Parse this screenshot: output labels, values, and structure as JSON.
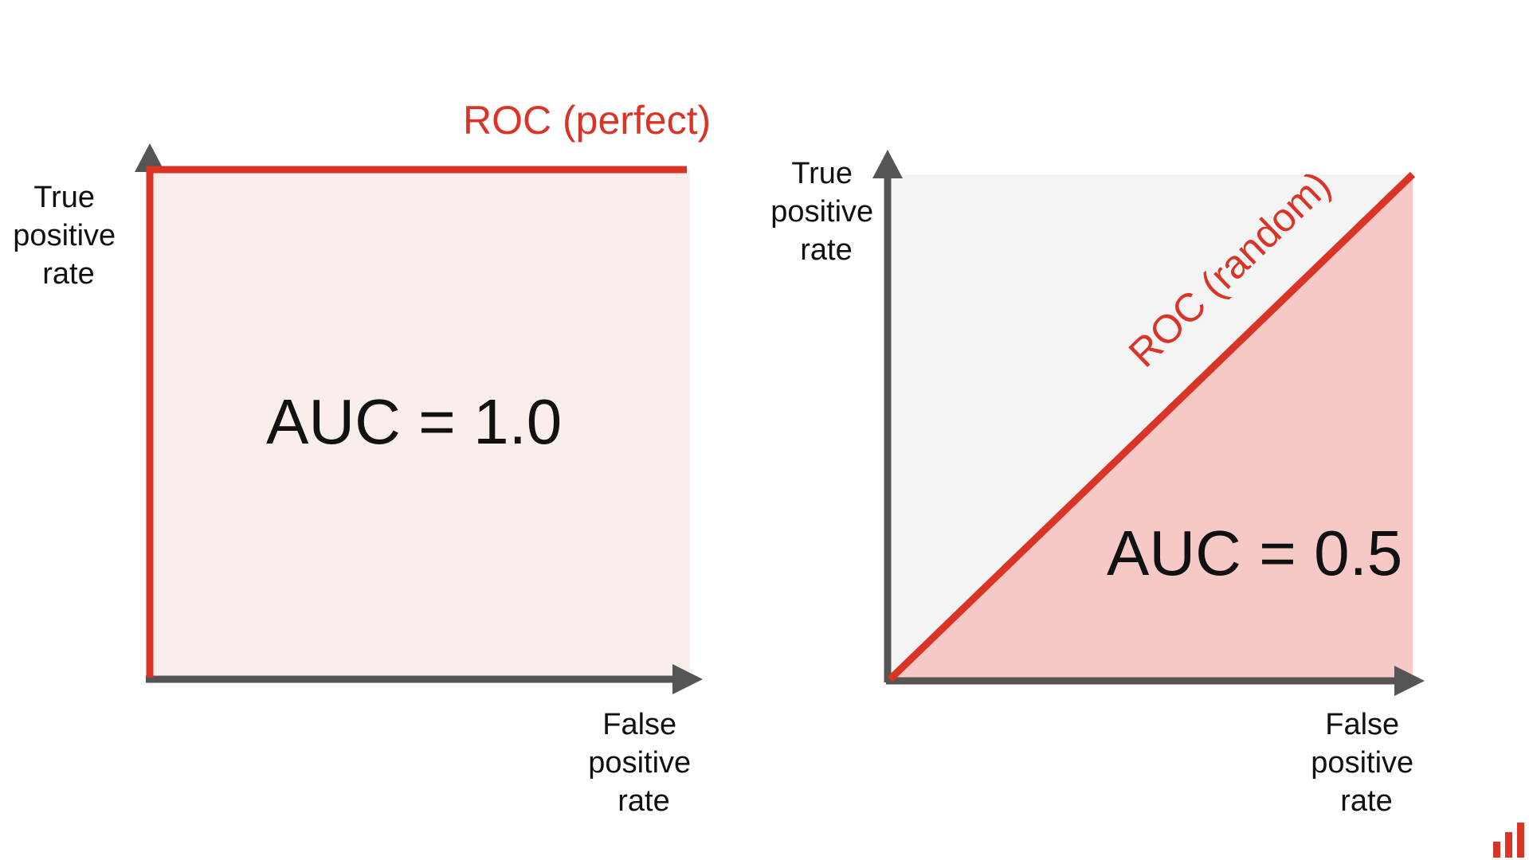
{
  "colors": {
    "roc": "#d93425",
    "axis": "#555555",
    "perfect_fill": "#f9eeec",
    "random_upper_fill": "#f4f4f4",
    "random_lower_fill": "#f6c9c7",
    "text": "#111111"
  },
  "chart_data": [
    {
      "type": "line",
      "title": "ROC (perfect)",
      "xlabel": [
        "False",
        "positive",
        "rate"
      ],
      "ylabel": [
        "True",
        "positive",
        "rate"
      ],
      "series": [
        {
          "name": "ROC (perfect)",
          "x": [
            0,
            0,
            1
          ],
          "y": [
            0,
            1,
            1
          ]
        }
      ],
      "xlim": [
        0,
        1
      ],
      "ylim": [
        0,
        1
      ],
      "annotation": "AUC = 1.0",
      "auc": 1.0,
      "grid": false
    },
    {
      "type": "line",
      "title": "ROC (random)",
      "xlabel": [
        "False",
        "positive",
        "rate"
      ],
      "ylabel": [
        "True",
        "positive",
        "rate"
      ],
      "series": [
        {
          "name": "ROC (random)",
          "x": [
            0,
            1
          ],
          "y": [
            0,
            1
          ]
        }
      ],
      "xlim": [
        0,
        1
      ],
      "ylim": [
        0,
        1
      ],
      "annotation": "AUC = 0.5",
      "auc": 0.5,
      "grid": false
    }
  ]
}
